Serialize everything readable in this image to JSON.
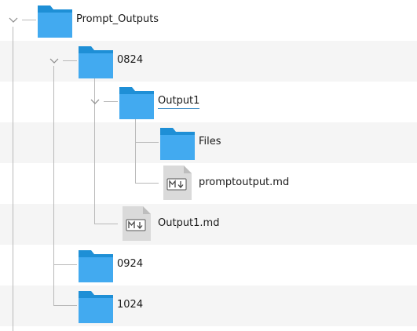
{
  "colors": {
    "folder_back": "#1e8fd6",
    "folder_front": "#42aaf0",
    "file_bg": "#dadada",
    "guide_line": "#b9b9b9",
    "row_alt": "#f5f5f5",
    "selection_underline": "#2a7fbf"
  },
  "tree": [
    {
      "label": "Prompt_Outputs",
      "type": "folder",
      "level": 0,
      "expanded": true,
      "icon": "folder-icon"
    },
    {
      "label": "0824",
      "type": "folder",
      "level": 1,
      "expanded": true,
      "icon": "folder-icon"
    },
    {
      "label": "Output1",
      "type": "folder",
      "level": 2,
      "expanded": true,
      "selected": true,
      "icon": "folder-icon"
    },
    {
      "label": "Files",
      "type": "folder",
      "level": 3,
      "icon": "folder-icon"
    },
    {
      "label": "promptoutput.md",
      "type": "markdown-file",
      "level": 3,
      "icon": "markdown-file-icon",
      "badge": "M↓"
    },
    {
      "label": "Output1.md",
      "type": "markdown-file",
      "level": 2,
      "icon": "markdown-file-icon",
      "badge": "M↓"
    },
    {
      "label": "0924",
      "type": "folder",
      "level": 1,
      "icon": "folder-icon"
    },
    {
      "label": "1024",
      "type": "folder",
      "level": 1,
      "icon": "folder-icon"
    }
  ]
}
